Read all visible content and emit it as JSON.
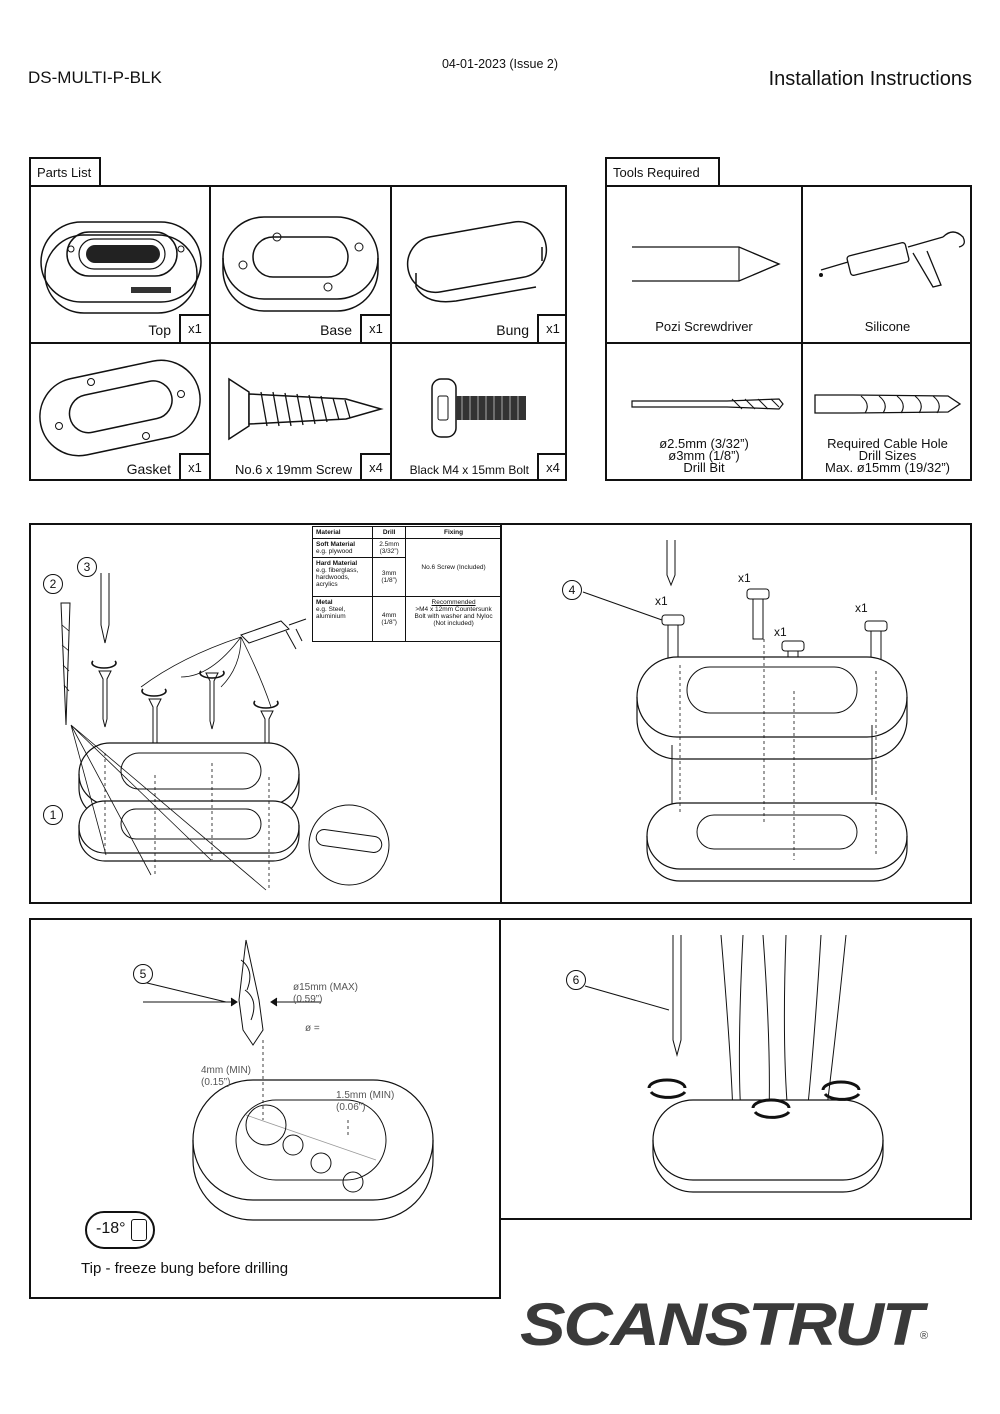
{
  "header": {
    "product_code": "DS-MULTI-P-BLK",
    "date_issue": "04-01-2023 (Issue 2)",
    "doc_title": "Installation Instructions"
  },
  "parts_list": {
    "title": "Parts List",
    "items": [
      {
        "name": "Top",
        "qty": "x1"
      },
      {
        "name": "Base",
        "qty": "x1"
      },
      {
        "name": "Bung",
        "qty": "x1"
      },
      {
        "name": "Gasket",
        "qty": "x1"
      },
      {
        "name": "No.6 x 19mm Screw",
        "qty": "x4"
      },
      {
        "name": "Black M4 x 15mm Bolt",
        "qty": "x4"
      }
    ]
  },
  "tools": {
    "title": "Tools Required",
    "items": [
      {
        "line1": "Pozi Screwdriver",
        "line2": "",
        "line3": ""
      },
      {
        "line1": "Silicone",
        "line2": "",
        "line3": ""
      },
      {
        "line1": "ø2.5mm (3/32”)",
        "line2": "ø3mm (1/8”)",
        "line3": "Drill Bit"
      },
      {
        "line1": "Required Cable Hole",
        "line2": "Drill Sizes",
        "line3": "Max. ø15mm (19/32”)"
      }
    ]
  },
  "material_table": {
    "headers": [
      "Material",
      "Drill",
      "Fixing"
    ],
    "rows": [
      {
        "title": "Soft Material",
        "desc": "e.g. plywood",
        "drill": "2.5mm (3/32”)"
      },
      {
        "title": "Hard Material",
        "desc": "e.g. fiberglass, hardwoods, acrylics",
        "drill": "3mm (1/8”)"
      },
      {
        "title": "Metal",
        "desc": "e.g. Steel, aluminium",
        "drill": "4mm (1/8”)"
      }
    ],
    "fixing_screw": "No.6 Screw (Included)",
    "fixing_metal_heading": "Recommended",
    "fixing_metal": ">M4 x 12mm Countersunk Bolt with washer and Nyloc (Not included)"
  },
  "steps": {
    "s1": "1",
    "s2": "2",
    "s3": "3",
    "s4": "4",
    "s5": "5",
    "s6": "6",
    "x1": "x1",
    "dim_15": "ø15mm (MAX)",
    "dim_15_in": "(0.59”)",
    "dim_phi": "ø =",
    "dim_4": "4mm (MIN)",
    "dim_4_in": "(0.15”)",
    "dim_15min": "1.5mm (MIN)",
    "dim_15min_in": "(0.06”)",
    "freeze_temp": "-18°",
    "tip": "Tip - freeze bung before drilling"
  },
  "brand": {
    "logo": "SCANSTRUT",
    "reg": "®",
    "color": "#3a3a3a"
  }
}
